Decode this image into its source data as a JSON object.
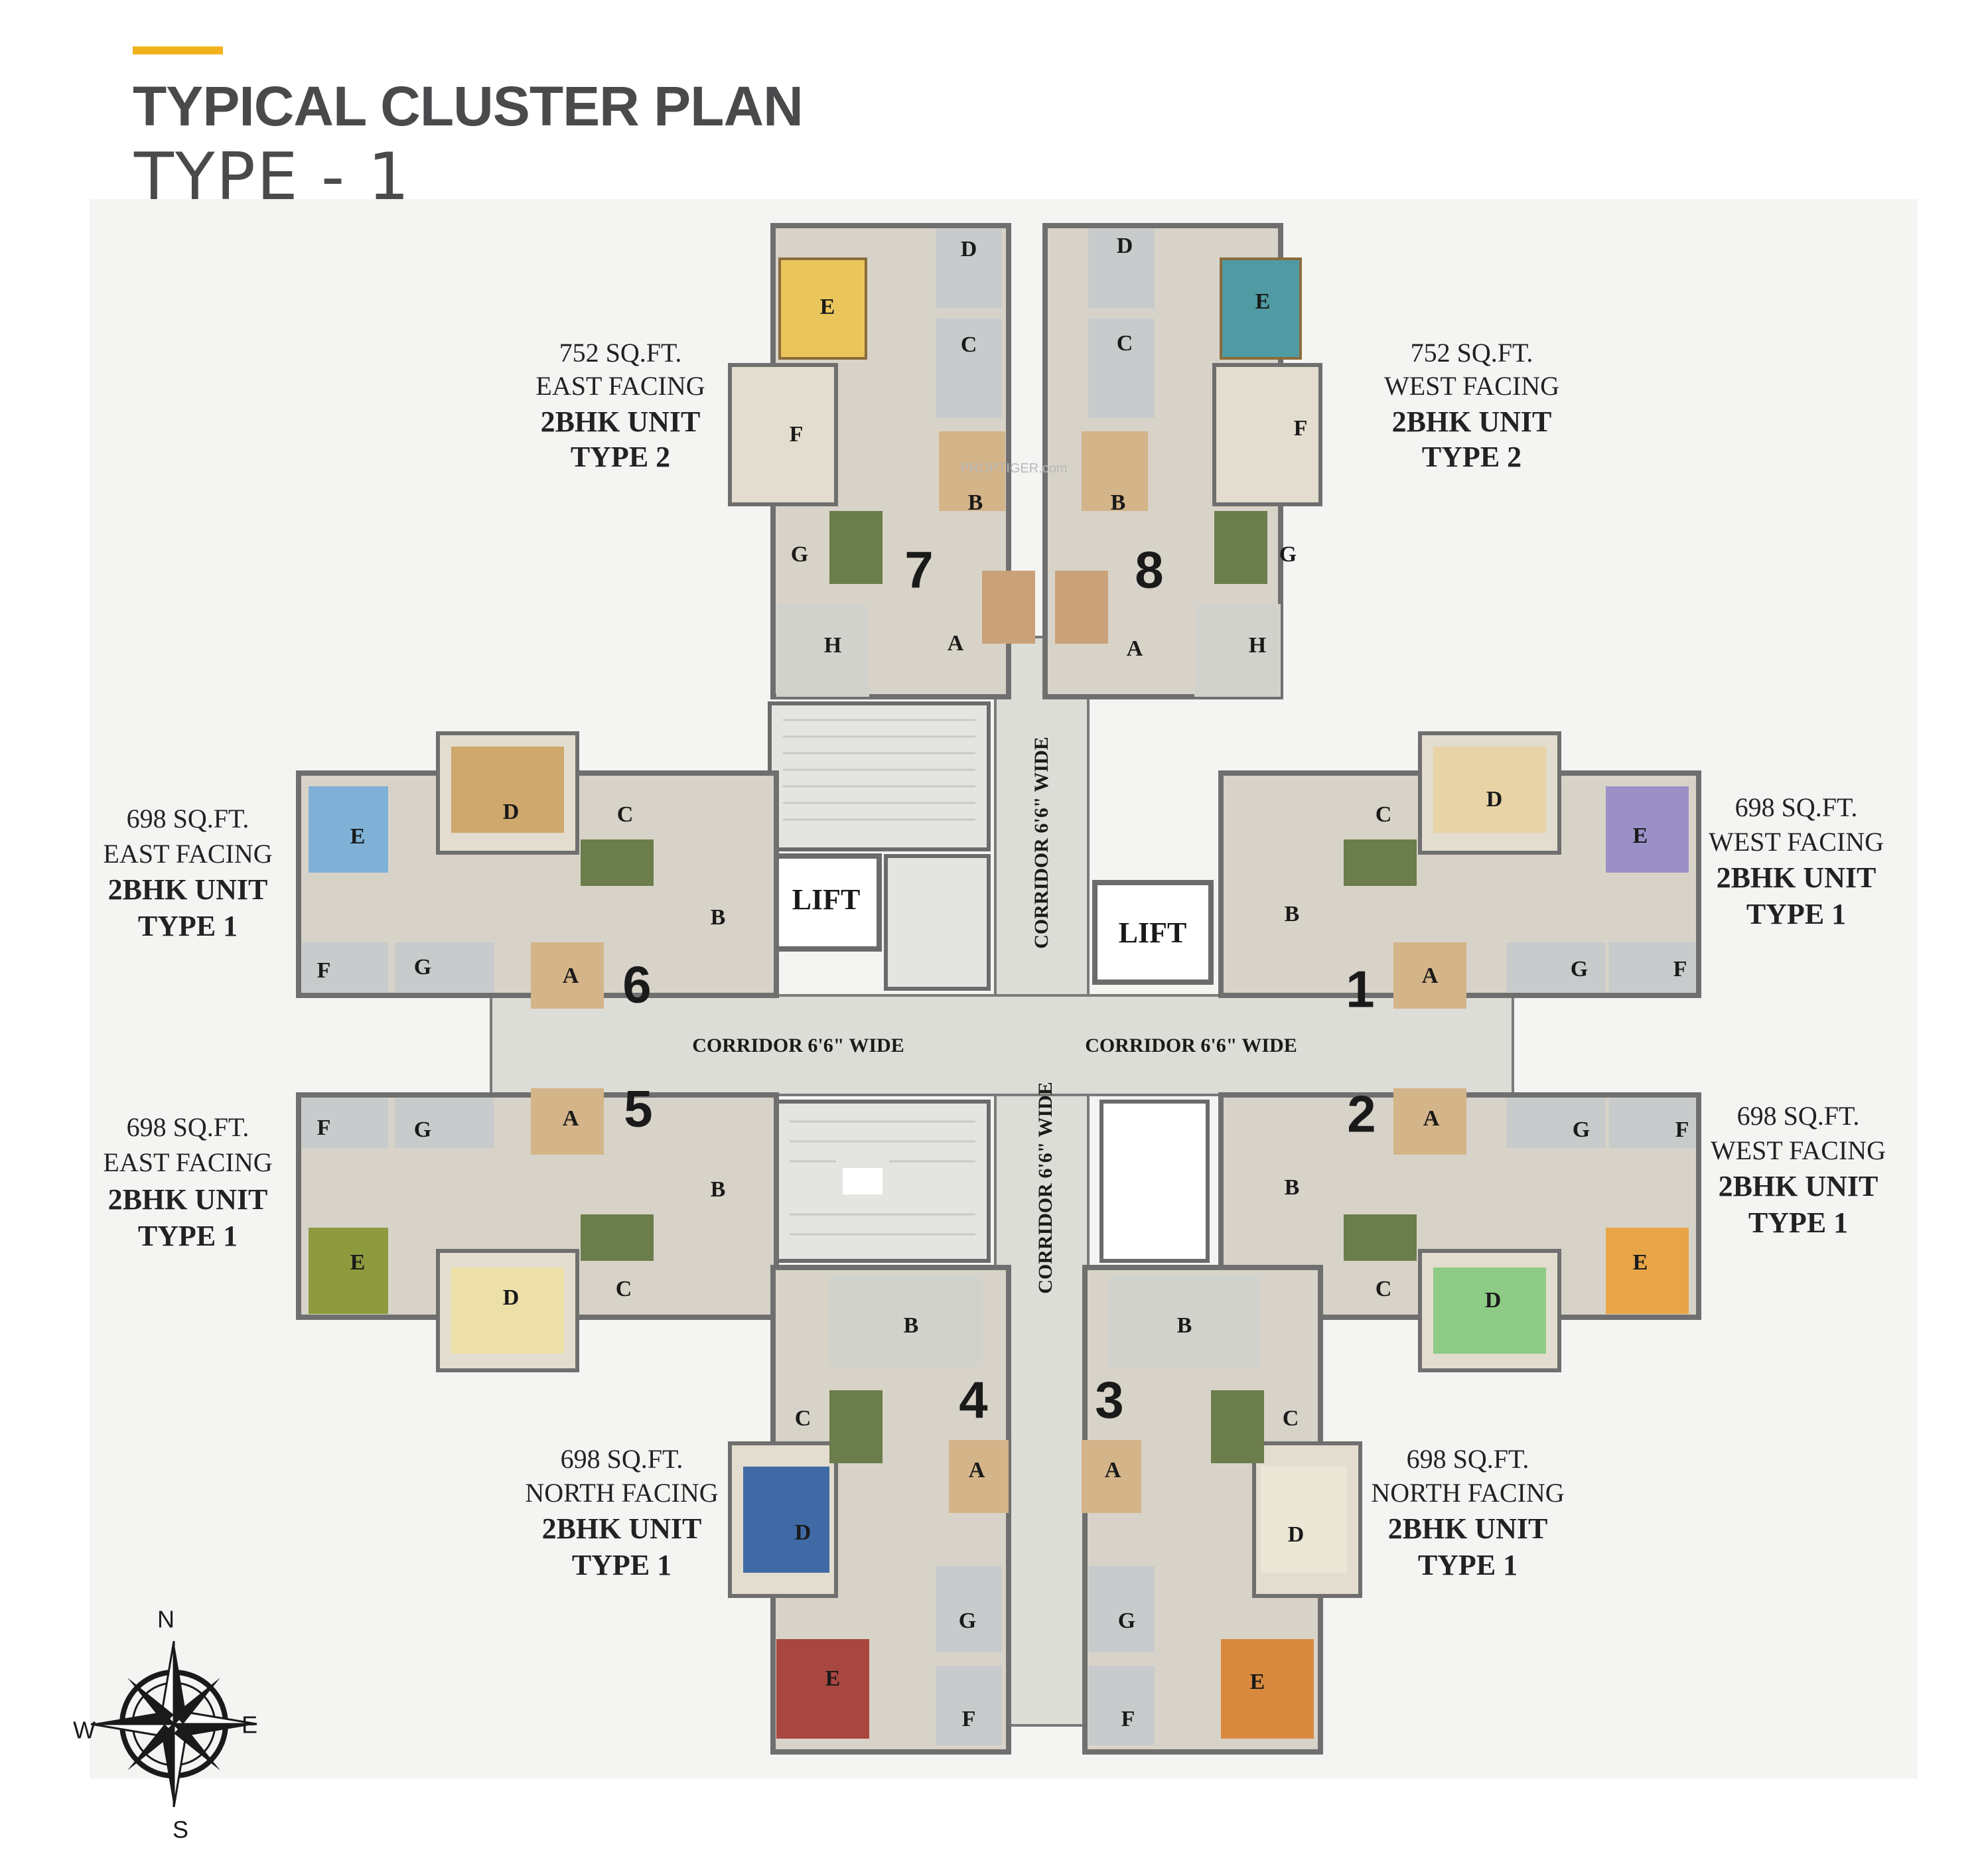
{
  "header": {
    "title": "TYPICAL CLUSTER PLAN",
    "subtitle": "TYPE - 1",
    "accent_color": "#f2b21b"
  },
  "watermark": "PROPTIGER.com",
  "units": {
    "u7": {
      "number": "7",
      "area": "752 SQ.FT.",
      "facing": "EAST FACING",
      "bhk": "2BHK UNIT",
      "type": "TYPE 2"
    },
    "u8": {
      "number": "8",
      "area": "752 SQ.FT.",
      "facing": "WEST FACING",
      "bhk": "2BHK UNIT",
      "type": "TYPE 2"
    },
    "u6": {
      "number": "6",
      "area": "698 SQ.FT.",
      "facing": "EAST FACING",
      "bhk": "2BHK UNIT",
      "type": "TYPE 1"
    },
    "u1": {
      "number": "1",
      "area": "698 SQ.FT.",
      "facing": "WEST FACING",
      "bhk": "2BHK UNIT",
      "type": "TYPE 1"
    },
    "u5": {
      "number": "5",
      "area": "698 SQ.FT.",
      "facing": "EAST FACING",
      "bhk": "2BHK UNIT",
      "type": "TYPE 1"
    },
    "u2": {
      "number": "2",
      "area": "698 SQ.FT.",
      "facing": "WEST FACING",
      "bhk": "2BHK UNIT",
      "type": "TYPE 1"
    },
    "u4": {
      "number": "4",
      "area": "698 SQ.FT.",
      "facing": "NORTH FACING",
      "bhk": "2BHK UNIT",
      "type": "TYPE 1"
    },
    "u3": {
      "number": "3",
      "area": "698 SQ.FT.",
      "facing": "NORTH FACING",
      "bhk": "2BHK UNIT",
      "type": "TYPE 1"
    }
  },
  "rooms": {
    "a": "A",
    "b": "B",
    "c": "C",
    "d": "D",
    "e": "E",
    "f": "F",
    "g": "G",
    "h": "H"
  },
  "common": {
    "corridor": "CORRIDOR 6'6\" WIDE",
    "lift": "LIFT"
  },
  "compass": {
    "n": "N",
    "s": "S",
    "e": "E",
    "w": "W"
  }
}
